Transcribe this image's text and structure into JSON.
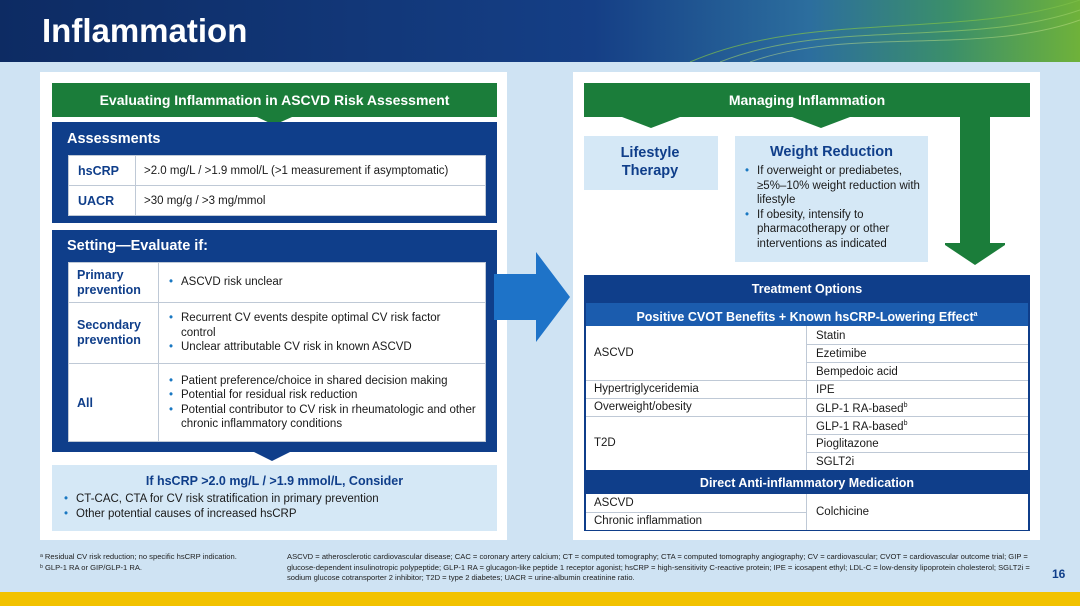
{
  "title": "Inflammation",
  "colors": {
    "navy": "#0f3e8a",
    "green": "#1b7d3a",
    "light_blue": "#d5e8f6",
    "yellow": "#f2c200"
  },
  "left": {
    "banner": "Evaluating Inflammation in ASCVD Risk Assessment",
    "assessments": {
      "title": "Assessments",
      "rows": [
        {
          "label": "hsCRP",
          "value": ">2.0 mg/L / >1.9 mmol/L (>1 measurement if asymptomatic)"
        },
        {
          "label": "UACR",
          "value": ">30 mg/g / >3 mg/mmol"
        }
      ]
    },
    "setting": {
      "title": "Setting—Evaluate if:",
      "rows": [
        {
          "label": "Primary prevention",
          "items": [
            "ASCVD risk unclear"
          ]
        },
        {
          "label": "Secondary prevention",
          "items": [
            "Recurrent CV events despite optimal CV risk factor control",
            "Unclear attributable CV risk in known ASCVD"
          ]
        },
        {
          "label": "All",
          "items": [
            "Patient preference/choice in shared decision making",
            "Potential for residual risk reduction",
            "Potential contributor to CV risk in rheumatologic and other chronic inflammatory conditions"
          ]
        }
      ]
    },
    "consider": {
      "title": "If hsCRP >2.0 mg/L / >1.9 mmol/L, Consider",
      "items": [
        "CT-CAC, CTA for CV risk stratification in primary prevention",
        "Other potential causes of increased hsCRP"
      ]
    }
  },
  "right": {
    "banner": "Managing Inflammation",
    "lifestyle": "Lifestyle Therapy",
    "weight": {
      "title": "Weight Reduction",
      "items": [
        "If overweight or prediabetes, ≥5%–10% weight reduction with lifestyle",
        "If obesity, intensify to pharmacotherapy or other interventions as indicated"
      ]
    },
    "treatment": {
      "title": "Treatment Options",
      "cvot_title": "Positive CVOT Benefits + Known hsCRP-Lowering Effect",
      "cvot_sup": "a",
      "conditions": [
        "ASCVD",
        "Hypertriglyceridemia",
        "Overweight/obesity",
        "T2D"
      ],
      "drugs": [
        "Statin",
        "Ezetimibe",
        "Bempedoic acid",
        "IPE",
        "GLP-1 RA-based",
        "GLP-1 RA-based",
        "Pioglitazone",
        "SGLT2i"
      ],
      "drug_sup": "b",
      "direct_title": "Direct Anti-inflammatory Medication",
      "direct_conditions": [
        "ASCVD",
        "Chronic inflammation"
      ],
      "direct_drug": "Colchicine"
    }
  },
  "footnotes": {
    "a": "ᵃ Residual CV risk reduction; no specific hsCRP indication.",
    "b": "ᵇ GLP-1 RA or GIP/GLP-1 RA.",
    "abbr": "ASCVD = atherosclerotic cardiovascular disease; CAC = coronary artery calcium; CT = computed tomography; CTA = computed tomography angiography; CV = cardiovascular; CVOT = cardiovascular outcome trial; GIP = glucose-dependent insulinotropic polypeptide; GLP-1 RA = glucagon-like peptide 1 receptor agonist; hsCRP = high-sensitivity C-reactive protein; IPE = icosapent ethyl; LDL-C = low-density lipoprotein cholesterol; SGLT2i = sodium glucose cotransporter 2 inhibitor; T2D = type 2 diabetes; UACR = urine-albumin creatinine ratio."
  },
  "page_number": "16"
}
